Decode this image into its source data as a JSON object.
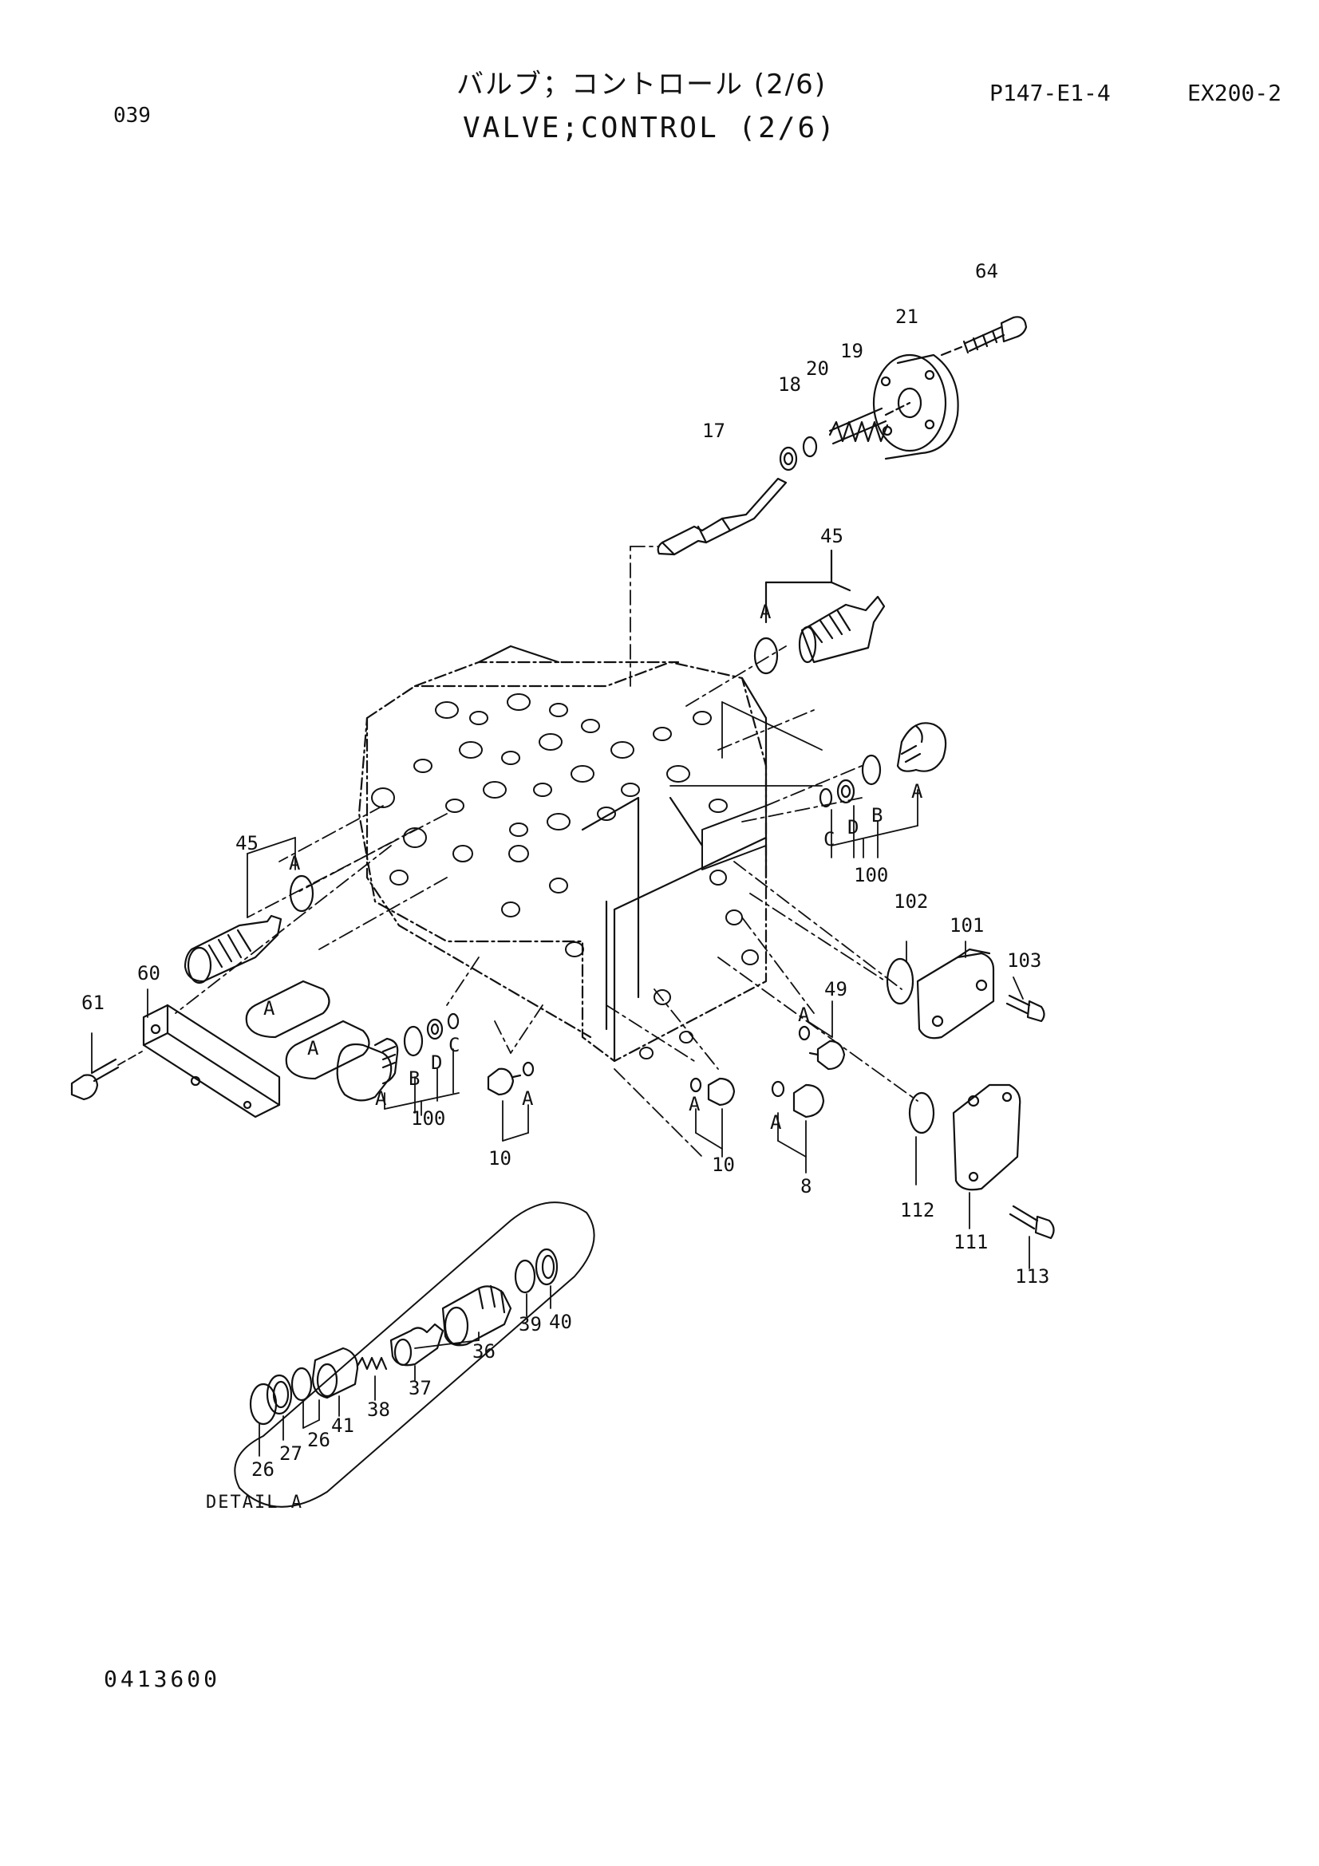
{
  "header": {
    "page_number": "039",
    "title_jp": "バルブ；コントロール (2/6)",
    "title_en": "VALVE;CONTROL (2/6)",
    "code": "P147-E1-4",
    "model": "EX200-2"
  },
  "footer": {
    "document_number": "0413600"
  },
  "diagram": {
    "detail_caption": "DETAIL A",
    "callouts": {
      "c64": "64",
      "c21": "21",
      "c19": "19",
      "c20": "20",
      "c18": "18",
      "c17": "17",
      "c45_top": "45",
      "c45_left": "45",
      "c100_right": "100",
      "c100_left": "100",
      "c102": "102",
      "c101": "101",
      "c103": "103",
      "c60": "60",
      "c61": "61",
      "c49": "49",
      "c10_left": "10",
      "c10_mid": "10",
      "c8": "8",
      "c112": "112",
      "c111": "111",
      "c113": "113",
      "c40": "40",
      "c39": "39",
      "c36": "36",
      "c37": "37",
      "c38": "38",
      "c41": "41",
      "c26_a": "26",
      "c27": "27",
      "c26_b": "26"
    },
    "letters": {
      "a_top": "A",
      "a_left": "A",
      "a_oval1": "A",
      "a_oval2": "A",
      "a_plug_left": "A",
      "a_r1": "A",
      "a_bolt10": "A",
      "a_bolt10b": "A",
      "a_49": "A",
      "a_8": "A",
      "b_right": "B",
      "b_left": "B",
      "c_right": "C",
      "c_left": "C",
      "d_right": "D",
      "d_left": "D"
    }
  }
}
